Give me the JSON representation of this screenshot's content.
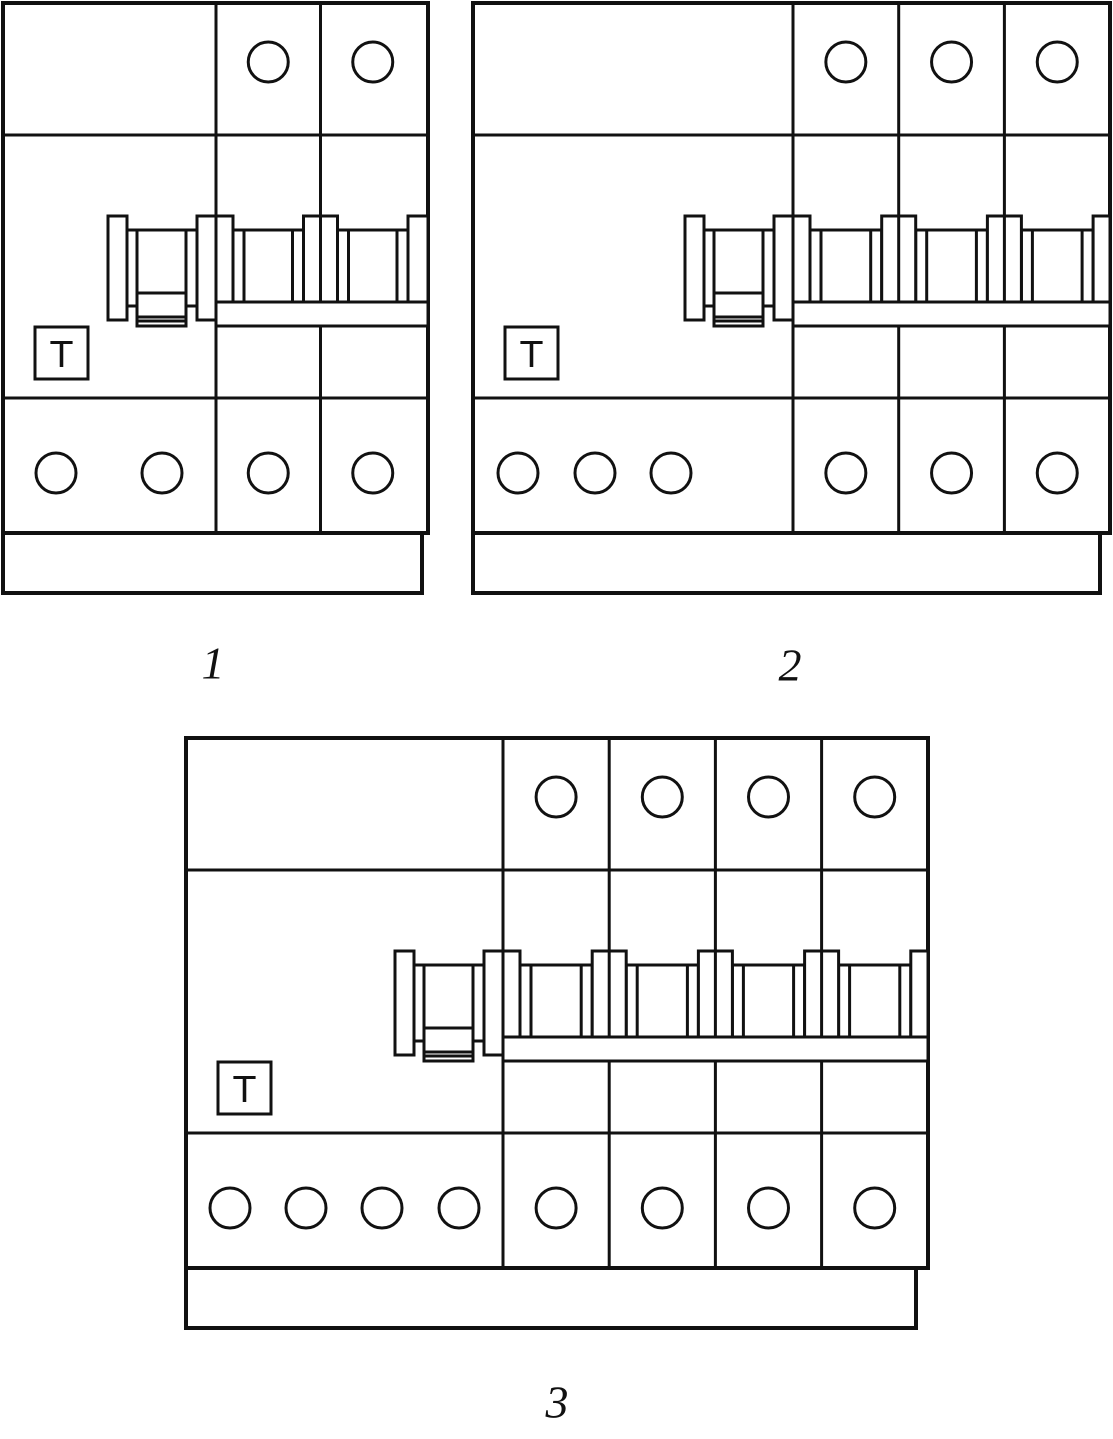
{
  "test_button_label": "T",
  "figures": [
    {
      "label": "1",
      "poles": 2,
      "neutral_terminals": 2
    },
    {
      "label": "2",
      "poles": 3,
      "neutral_terminals": 3
    },
    {
      "label": "3",
      "poles": 4,
      "neutral_terminals": 4
    }
  ],
  "colors": {
    "line": "#111111",
    "background": "#ffffff"
  }
}
